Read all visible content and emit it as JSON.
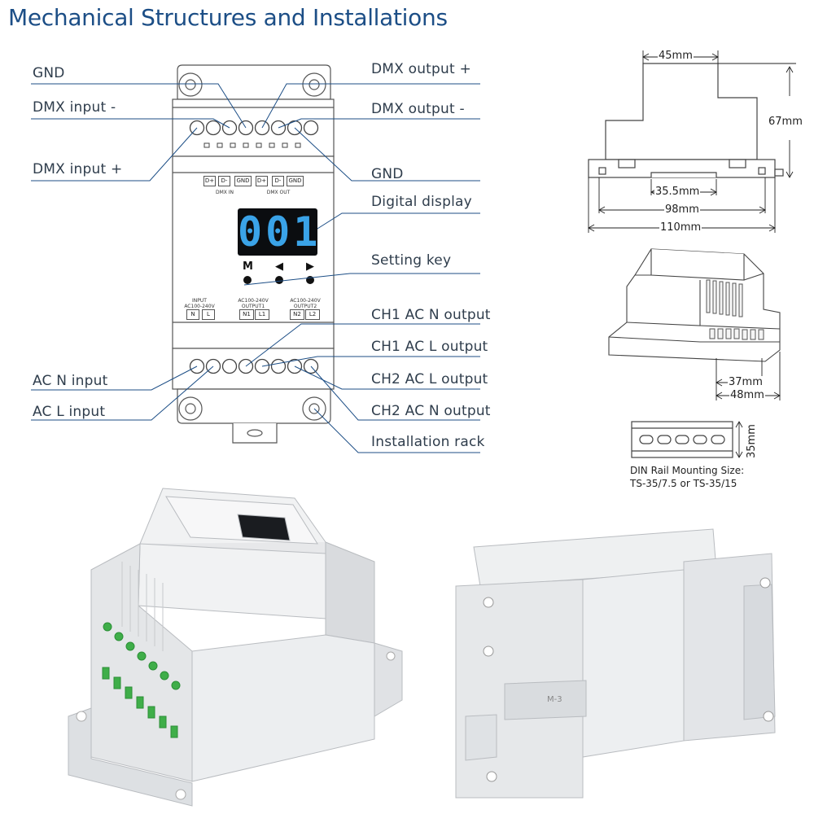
{
  "title": "Mechanical Structures and Installations",
  "front_labels": {
    "gnd_top": "GND",
    "dmx_input_minus": "DMX input -",
    "dmx_input_plus": "DMX input +",
    "dmx_output_plus": "DMX output +",
    "dmx_output_minus": "DMX output -",
    "gnd_right": "GND",
    "digital_display": "Digital display",
    "setting_key": "Setting key",
    "ch1_ac_n_output": "CH1 AC N output",
    "ch1_ac_l_output": "CH1 AC L output",
    "ch2_ac_l_output": "CH2 AC L output",
    "ch2_ac_n_output": "CH2 AC N output",
    "installation_rack": "Installation rack",
    "ac_n_input": "AC N input",
    "ac_l_input": "AC L input"
  },
  "device_front": {
    "display_value": "001",
    "keys": [
      "M",
      "◀",
      "▶"
    ],
    "terminals_top": [
      "D+",
      "D-",
      "GND",
      "D+",
      "D-",
      "GND"
    ],
    "dmx_in": "DMX IN",
    "dmx_out": "DMX OUT",
    "input_label": "INPUT",
    "input_voltage": "AC100-240V",
    "output1_voltage": "AC100-240V",
    "output1_label": "OUTPUT1",
    "output2_voltage": "AC100-240V",
    "output2_label": "OUTPUT2",
    "terminals_bottom": [
      "N",
      "L",
      "N1",
      "L1",
      "N2",
      "L2"
    ]
  },
  "dimensions": {
    "width_top": "45mm",
    "height": "67mm",
    "inner_width": "35.5mm",
    "width_98": "98mm",
    "width_110": "110mm",
    "depth_37": "37mm",
    "depth_48": "48mm",
    "rail_height": "35mm"
  },
  "din_caption": {
    "line1": "DIN Rail Mounting Size:",
    "line2": "TS-35/7.5 or TS-35/15"
  },
  "colors": {
    "title": "#1c4e86",
    "display_digits": "#3aa3e8",
    "callout_line": "#1c4e86"
  }
}
